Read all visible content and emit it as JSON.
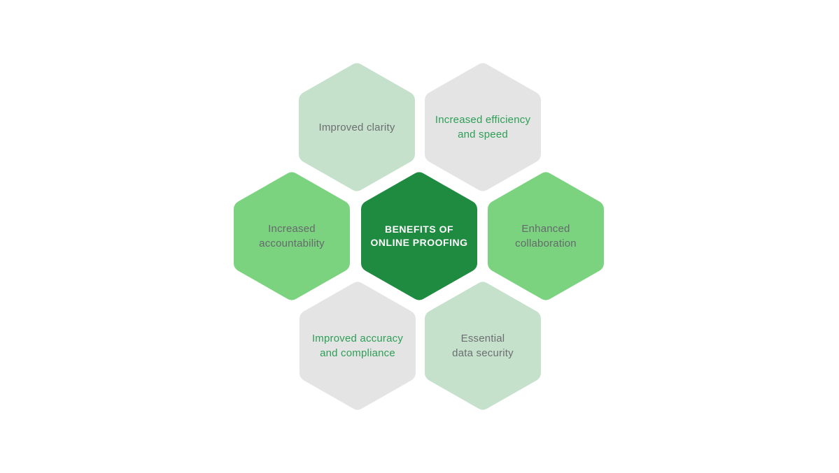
{
  "diagram": {
    "background_color": "#ffffff",
    "center_hex": {
      "label": "BENEFITS OF\nONLINE PROOFING",
      "fill": "#1e8b40",
      "text_color": "#ffffff"
    },
    "hexes": [
      {
        "label": "Improved clarity",
        "fill": "#c5e1cb",
        "text_color": "#6d6e71"
      },
      {
        "label": "Increased efficiency\nand speed",
        "fill": "#e4e4e5",
        "text_color": "#2d9e55"
      },
      {
        "label": "Increased\naccountability",
        "fill": "#7bd37f",
        "text_color": "#65696c"
      },
      {
        "label": "Enhanced\ncollaboration",
        "fill": "#7bd37f",
        "text_color": "#65696c"
      },
      {
        "label": "Improved accuracy\nand compliance",
        "fill": "#e4e4e5",
        "text_color": "#2d9e55"
      },
      {
        "label": "Essential\ndata security",
        "fill": "#c5e1cb",
        "text_color": "#6d6e71"
      }
    ]
  }
}
